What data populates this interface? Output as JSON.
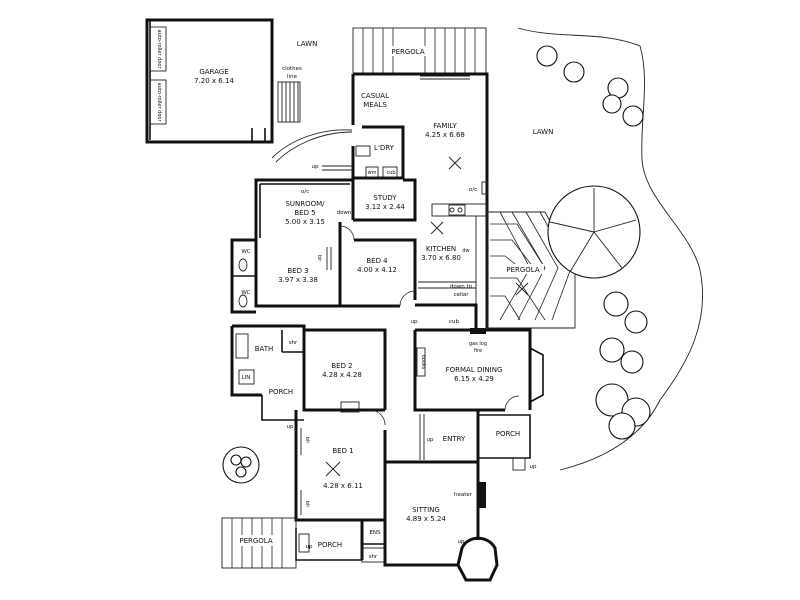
{
  "rooms": {
    "garage": {
      "name": "GARAGE",
      "dims": "7.20 x 6.14"
    },
    "roller_door_1": "auto-roller door",
    "roller_door_2": "auto-roller door",
    "clothes_line": [
      "clothes",
      "line"
    ],
    "lawn_top": "LAWN",
    "lawn_right": "LAWN",
    "pergola_top": "PERGOLA",
    "pergola_right": "PERGOLA",
    "pergola_bottom": "PERGOLA",
    "casual_meals": [
      "CASUAL",
      "MEALS"
    ],
    "family": {
      "name": "FAMILY",
      "dims": "4.25 x 6.68"
    },
    "laundry": "L'DRY",
    "wm": "wm",
    "cub_laundry": "cub",
    "up_laundry": "up",
    "oc_family": "o/c",
    "oc_sunroom": "o/c",
    "study": {
      "name": "STUDY",
      "dims": "3.12 x 2.44"
    },
    "sunroom": {
      "name": "SUNROOM/",
      "name2": "BED 5",
      "dims": "5.00 x 3.15"
    },
    "down_sunroom": "down",
    "kitchen": {
      "name": "KITCHEN",
      "dims": "3.70 x 6.80"
    },
    "dw": "dw",
    "down_to_cellar": [
      "down to",
      "cellar"
    ],
    "cub_kitchen": "cub",
    "up_kitchen": "up",
    "wc1": "WC",
    "wc2": "WC",
    "bed3": {
      "name": "BED 3",
      "dims": "3.97 x 3.38"
    },
    "blr_bed3": "blr",
    "bed4": {
      "name": "BED 4",
      "dims": "4.00 x 4.12"
    },
    "bath": "BATH",
    "shr_bath": "shr",
    "lin": "LIN",
    "bed2": {
      "name": "BED 2",
      "dims": "4.28 x 4.28"
    },
    "porch_left": "PORCH",
    "up_porch_left": "up",
    "gas_log_fire": [
      "gas log",
      "fire"
    ],
    "books": "books",
    "formal_dining": {
      "name": "FORMAL DINING",
      "dims": "6.15 x 4.29"
    },
    "bed1": {
      "name": "BED 1",
      "dims": "4.28 x 6.11"
    },
    "blr_bed1a": "blr",
    "blr_bed1b": "blr",
    "entry": "ENTRY",
    "up_entry": "up",
    "porch_front": "PORCH",
    "up_front_porch": "up",
    "sitting": {
      "name": "SITTING",
      "dims": "4.89 x 5.24"
    },
    "heater": "heater",
    "up_sitting": "up",
    "ens": "ENS",
    "shr_ens": "shr",
    "porch_bottom": "PORCH",
    "up_porch_bottom": "up"
  }
}
